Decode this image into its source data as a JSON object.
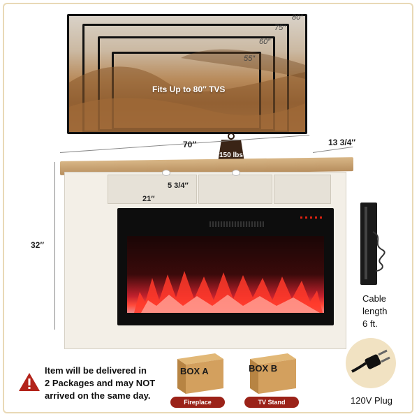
{
  "tv": {
    "fits_text": "Fits Up to 80″ TVS",
    "sizes": [
      "80″",
      "75″",
      "60″",
      "55″"
    ]
  },
  "dimensions": {
    "width": "70″",
    "depth": "13 3/4″",
    "height": "32″",
    "shelf_height": "5 3/4″",
    "shelf_width": "21″",
    "weight": "150 lbs"
  },
  "cable": {
    "line1": "Cable",
    "line2": "length",
    "line3": "6 ft.",
    "plug_label": "120V Plug"
  },
  "packages": {
    "box_a": "BOX A",
    "box_b": "BOX B",
    "tag_a": "Fireplace",
    "tag_b": "TV Stand",
    "warning_line1": "Item will be delivered in",
    "warning_line2": "2 Packages and may NOT",
    "warning_line3": "arrived on the same day."
  },
  "colors": {
    "accent_red": "#9b2218",
    "frame_border": "#e9d9b6",
    "wood_top": "#c9a476",
    "cabinet_white": "#f3efe7"
  }
}
